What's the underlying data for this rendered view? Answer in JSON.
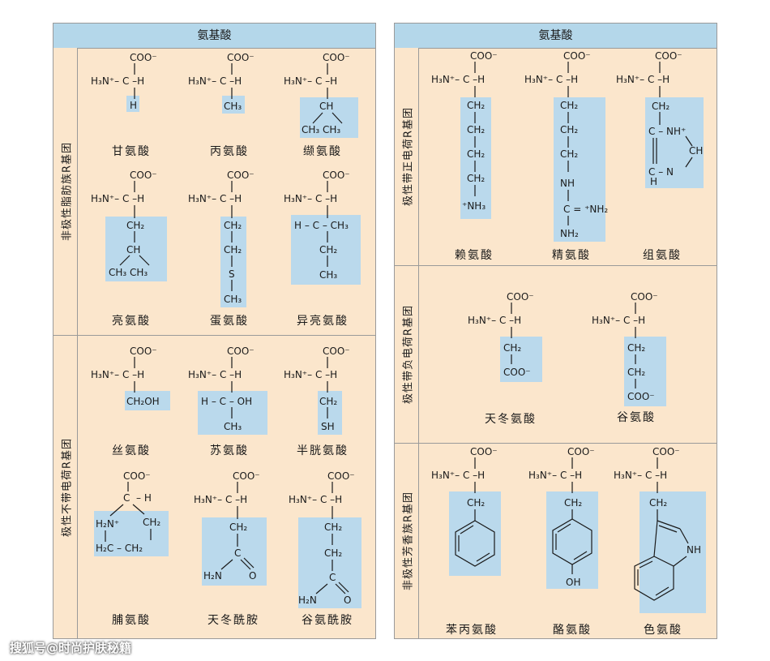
{
  "left_panel": {
    "title": "氨基酸",
    "groups": [
      {
        "label": "非极性脂肪族R基团",
        "amino_acids": [
          "甘氨酸",
          "丙氨酸",
          "缬氨酸",
          "亮氨酸",
          "蛋氨酸",
          "异亮氨酸"
        ]
      },
      {
        "label": "极性不带电荷R基团",
        "amino_acids": [
          "丝氨酸",
          "苏氨酸",
          "半胱氨酸",
          "脯氨酸",
          "天冬酰胺",
          "谷氨酰胺"
        ]
      }
    ]
  },
  "right_panel": {
    "title": "氨基酸",
    "groups": [
      {
        "label": "极性带正电荷R基团",
        "amino_acids": [
          "赖氨酸",
          "精氨酸",
          "组氨酸"
        ]
      },
      {
        "label": "极性带负电荷R基团",
        "amino_acids": [
          "天冬氨酸",
          "谷氨酸"
        ]
      },
      {
        "label": "非极性芳香族R基团",
        "amino_acids": [
          "苯丙氨酸",
          "酪氨酸",
          "色氨酸"
        ]
      }
    ]
  },
  "watermark": "搜狐号@时尚护肤秘籍"
}
